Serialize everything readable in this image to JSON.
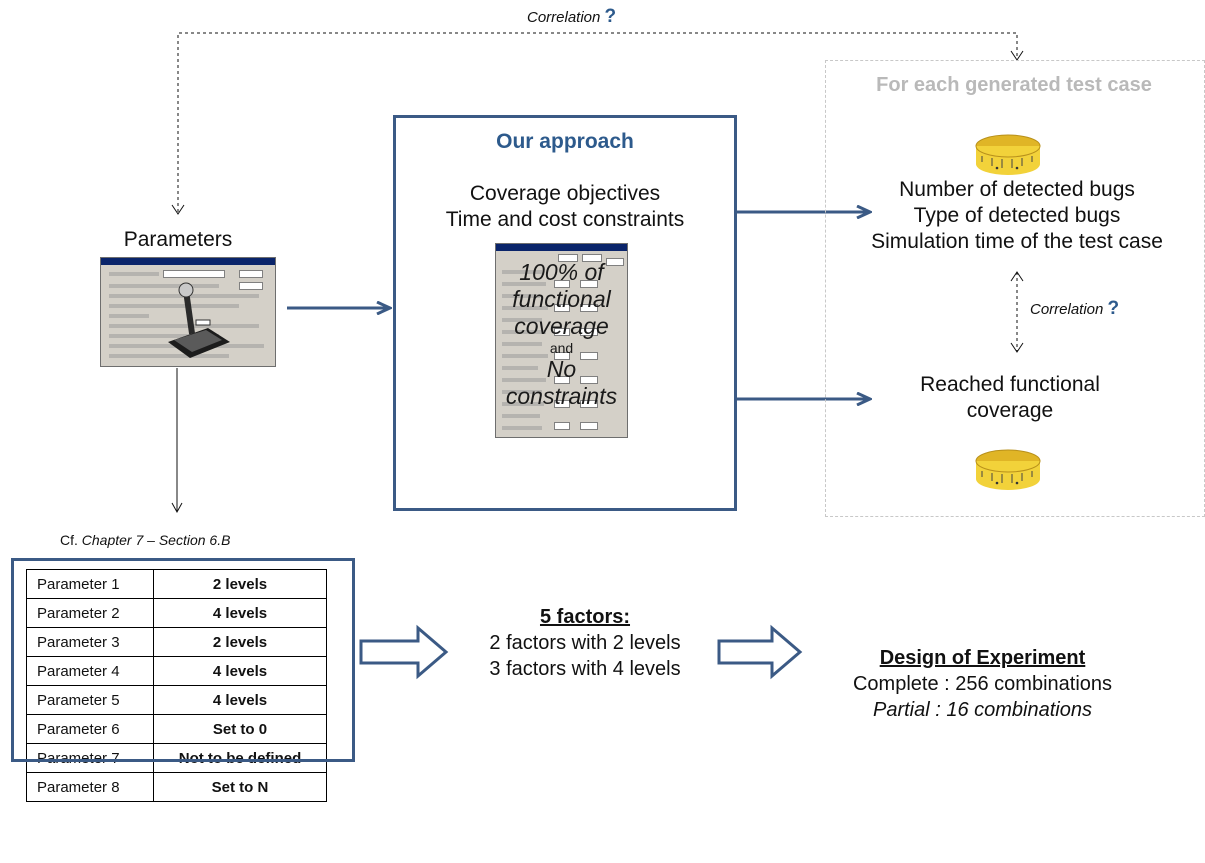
{
  "correlation_top": {
    "text": "Correlation",
    "mark": "?"
  },
  "correlation_right": {
    "text": "Correlation",
    "mark": "?"
  },
  "parameters": {
    "label": "Parameters"
  },
  "approach": {
    "title": "Our approach",
    "line1": "Coverage objectives",
    "line2": "Time and cost constraints",
    "overlay": {
      "line1": "100% of",
      "line2": "functional",
      "line3": "coverage",
      "and": "and",
      "line4": "No",
      "line5": "constraints"
    }
  },
  "test_case": {
    "title": "For each generated test case",
    "metric1": "Number of detected bugs",
    "metric2": "Type of detected bugs",
    "metric3": "Simulation time of the test case",
    "coverage_line1": "Reached functional",
    "coverage_line2": "coverage"
  },
  "reference": {
    "prefix": "Cf. ",
    "chapter": "Chapter 7 – Section 6.B"
  },
  "params_table": [
    {
      "name": "Parameter 1",
      "value": "2 levels"
    },
    {
      "name": "Parameter 2",
      "value": "4 levels"
    },
    {
      "name": "Parameter 3",
      "value": "2 levels"
    },
    {
      "name": "Parameter 4",
      "value": "4 levels"
    },
    {
      "name": "Parameter 5",
      "value": "4 levels"
    },
    {
      "name": "Parameter 6",
      "value": "Set to 0"
    },
    {
      "name": "Parameter 7",
      "value": "Not to be defined"
    },
    {
      "name": "Parameter 8",
      "value": "Set to N"
    }
  ],
  "factors": {
    "title": "5 factors:",
    "line1": "2 factors with 2 levels",
    "line2": "3 factors with 4 levels"
  },
  "doe": {
    "title": "Design of Experiment",
    "complete": "Complete : 256 combinations",
    "partial": "Partial : 16 combinations"
  },
  "colors": {
    "accent": "#3b5a85",
    "title_blue": "#2d5a8c",
    "faded_title": "#b9b9b9",
    "tape_yellow": "#f2d23a"
  }
}
